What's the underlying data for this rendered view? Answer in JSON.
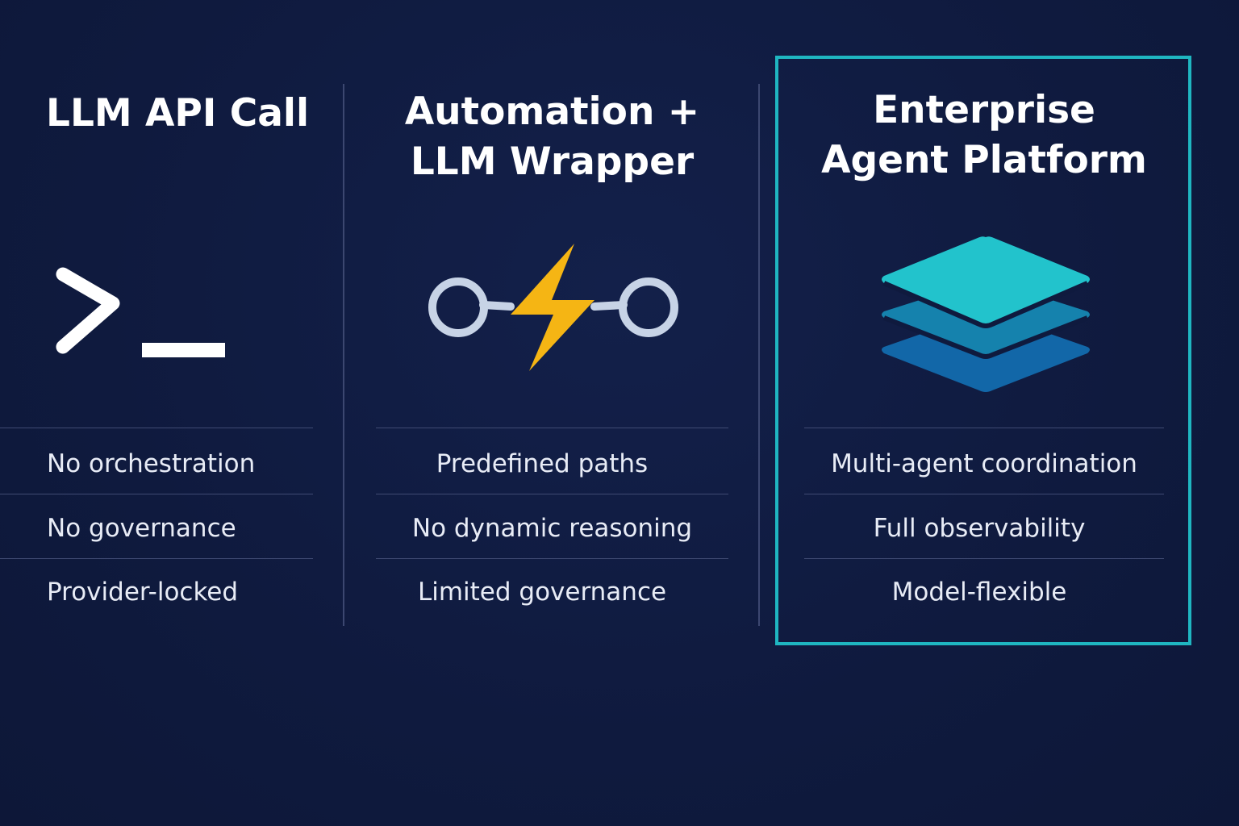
{
  "columns": [
    {
      "title_lines": [
        "LLM API Call"
      ],
      "icon": "terminal-prompt-icon",
      "features": [
        "No orchestration",
        "No governance",
        "Provider-locked"
      ]
    },
    {
      "title_lines": [
        "Automation +",
        "LLM Wrapper"
      ],
      "icon": "lightning-connector-icon",
      "features": [
        "Predefined paths",
        "No dynamic reasoning",
        "Limited governance"
      ]
    },
    {
      "title_lines": [
        "Enterprise",
        "Agent Platform"
      ],
      "icon": "stacked-layers-icon",
      "features": [
        "Multi-agent coordination",
        "Full observability",
        "Model-flexible"
      ],
      "highlighted": true
    }
  ],
  "colors": {
    "background": "#0f1a3e",
    "highlight": "#1fb6c1",
    "bolt": "#f5b514",
    "connector": "#c7d3e6",
    "layer_top": "#22c3cc",
    "layer_mid": "#1582ad",
    "layer_bottom": "#1267a8"
  }
}
